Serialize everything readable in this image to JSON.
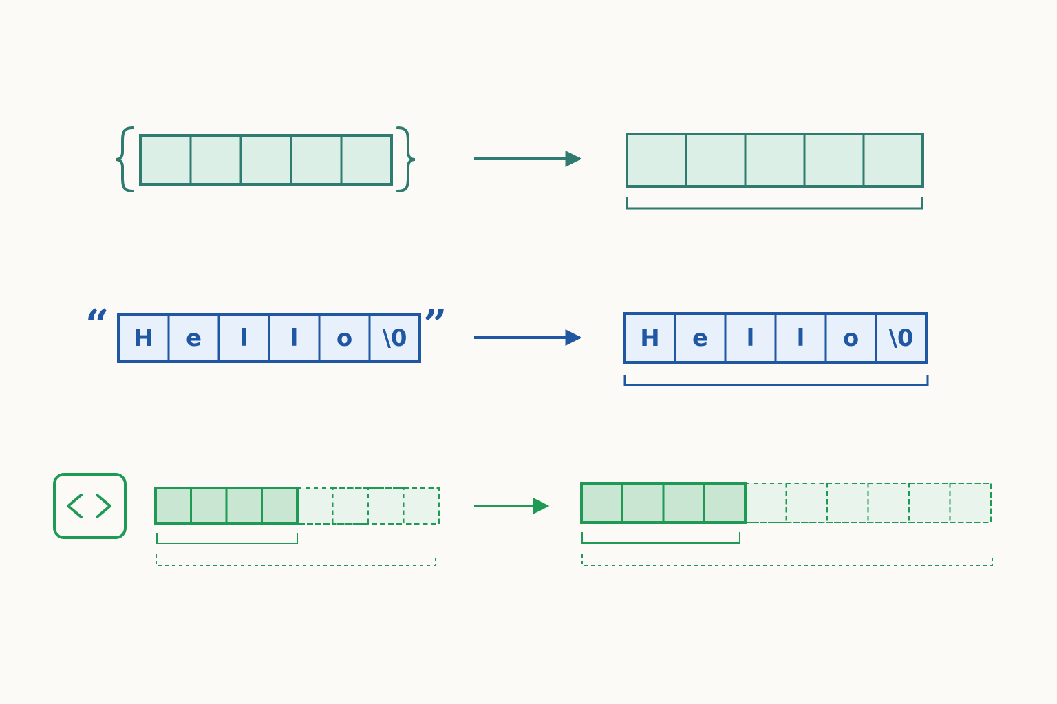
{
  "colors": {
    "background": "#fcfaf6",
    "array_stroke": "#2f7b6f",
    "array_fill": "#dcefe7",
    "string_stroke": "#1f57a3",
    "string_fill": "#e8f0fb",
    "vector_stroke": "#1f9a55",
    "vector_fill": "#c9e6d2",
    "vector_spare_fill": "#e9f4ec"
  },
  "rows": [
    {
      "name": "array-row",
      "left_wrapper": "braces",
      "left_cells": [
        "",
        "",
        "",
        "",
        ""
      ],
      "right_cells": [
        "",
        "",
        "",
        "",
        ""
      ],
      "icon": "arrow-right-icon"
    },
    {
      "name": "string-row",
      "left_wrapper": "quotes",
      "quote_open": "“",
      "quote_close": "”",
      "left_cells": [
        "H",
        "e",
        "l",
        "l",
        "o",
        "\\0"
      ],
      "right_cells": [
        "H",
        "e",
        "l",
        "l",
        "o",
        "\\0"
      ],
      "icon": "arrow-right-icon"
    },
    {
      "name": "vector-row",
      "left_wrapper": "code-icon",
      "used_cells": 4,
      "capacity_cells": 8,
      "right_used_cells": 4,
      "right_capacity_cells": 10,
      "icon": "arrow-right-icon"
    }
  ]
}
